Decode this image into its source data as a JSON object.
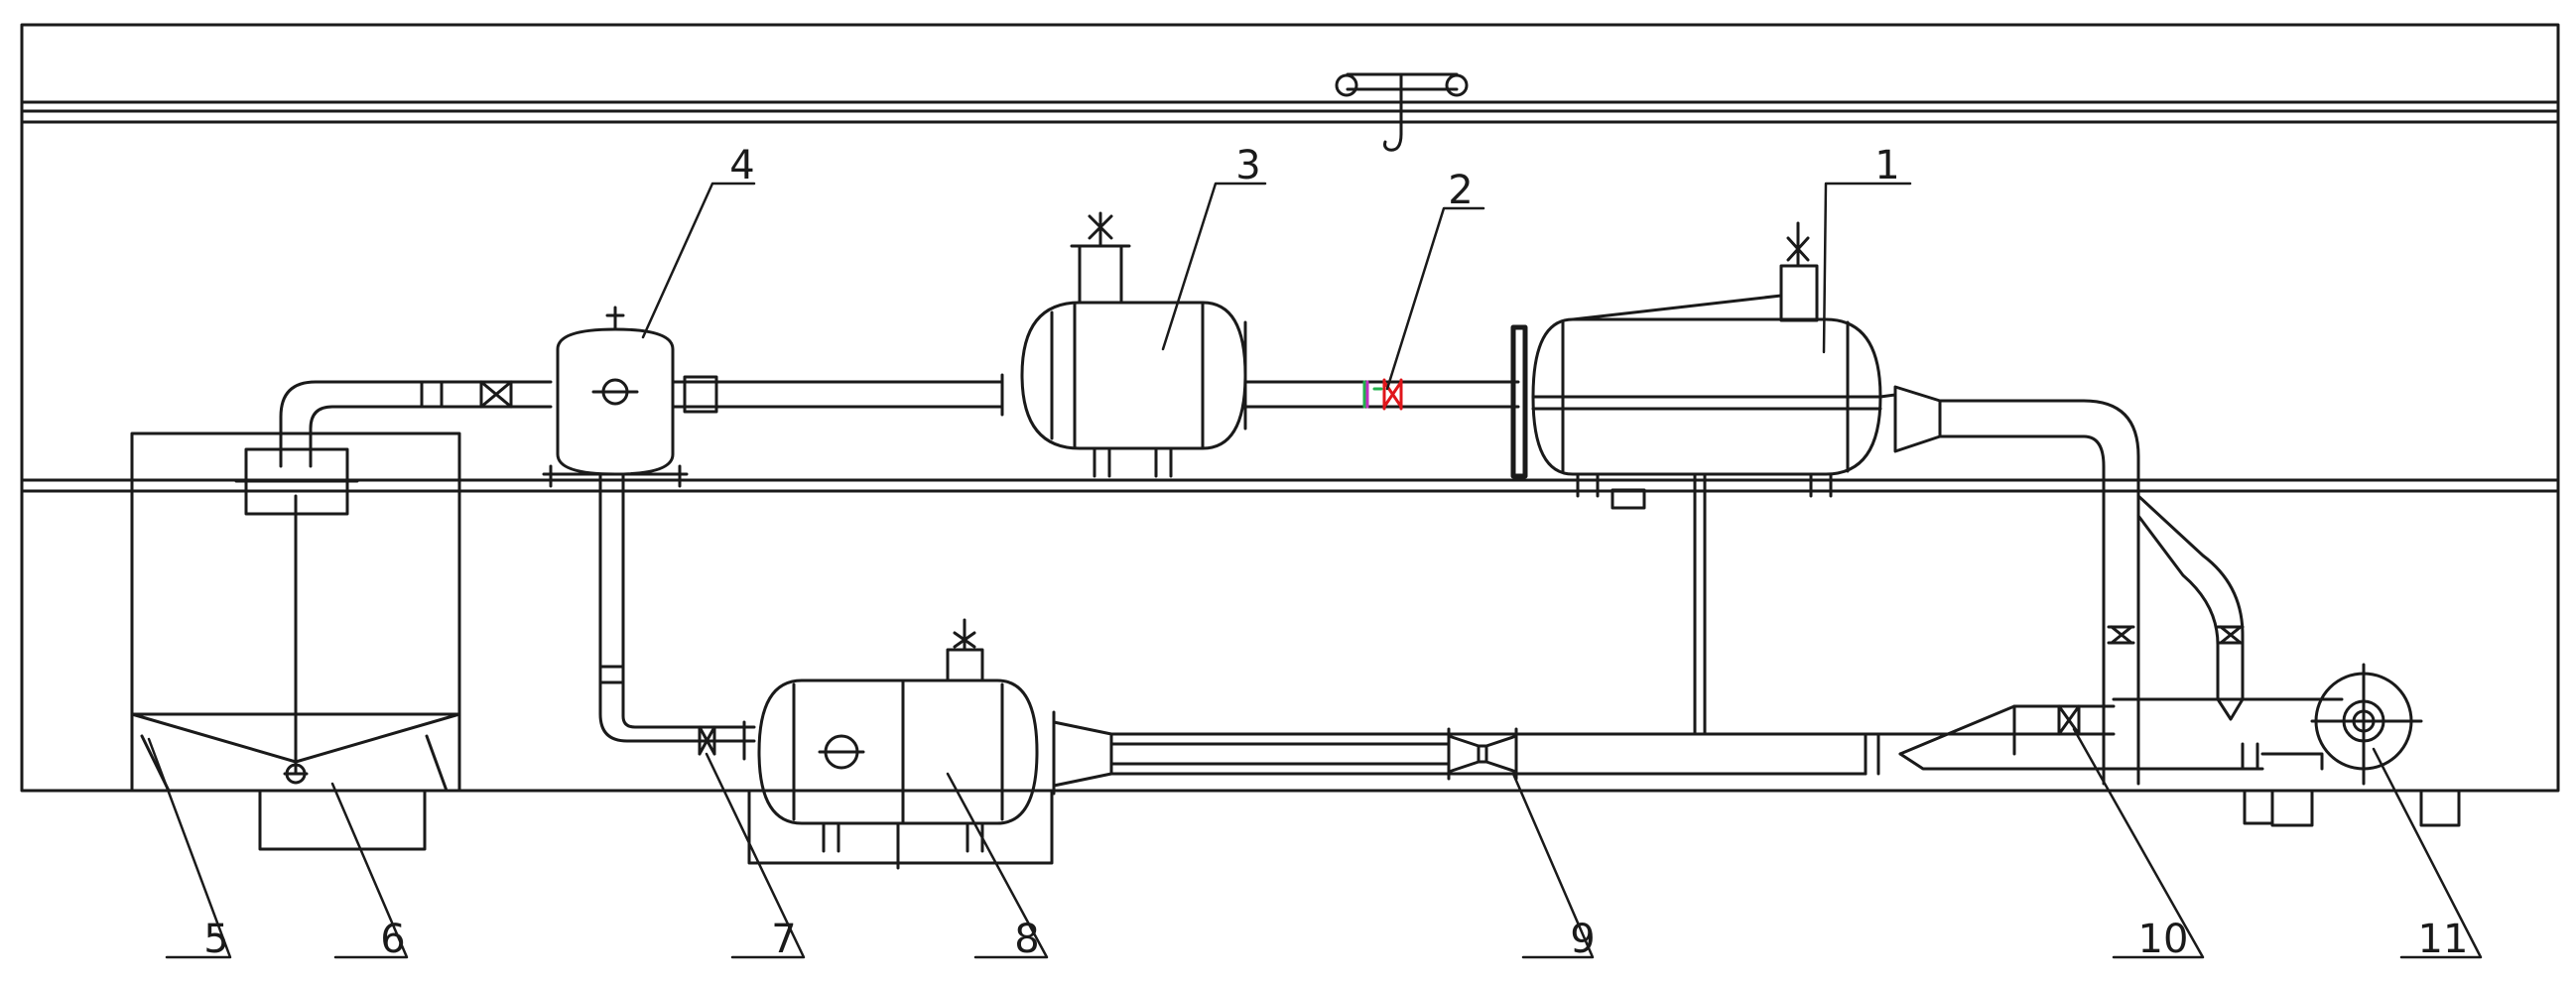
{
  "diagram": {
    "labels": [
      {
        "id": "1",
        "text": "1"
      },
      {
        "id": "2",
        "text": "2"
      },
      {
        "id": "3",
        "text": "3"
      },
      {
        "id": "4",
        "text": "4"
      },
      {
        "id": "5",
        "text": "5"
      },
      {
        "id": "6",
        "text": "6"
      },
      {
        "id": "7",
        "text": "7"
      },
      {
        "id": "8",
        "text": "8"
      },
      {
        "id": "9",
        "text": "9"
      },
      {
        "id": "10",
        "text": "10"
      },
      {
        "id": "11",
        "text": "11"
      }
    ],
    "colors": {
      "line": "#1a1a1a",
      "valve_red": "#e0161b",
      "valve_green": "#22b14c",
      "valve_magenta": "#c030c0"
    }
  }
}
